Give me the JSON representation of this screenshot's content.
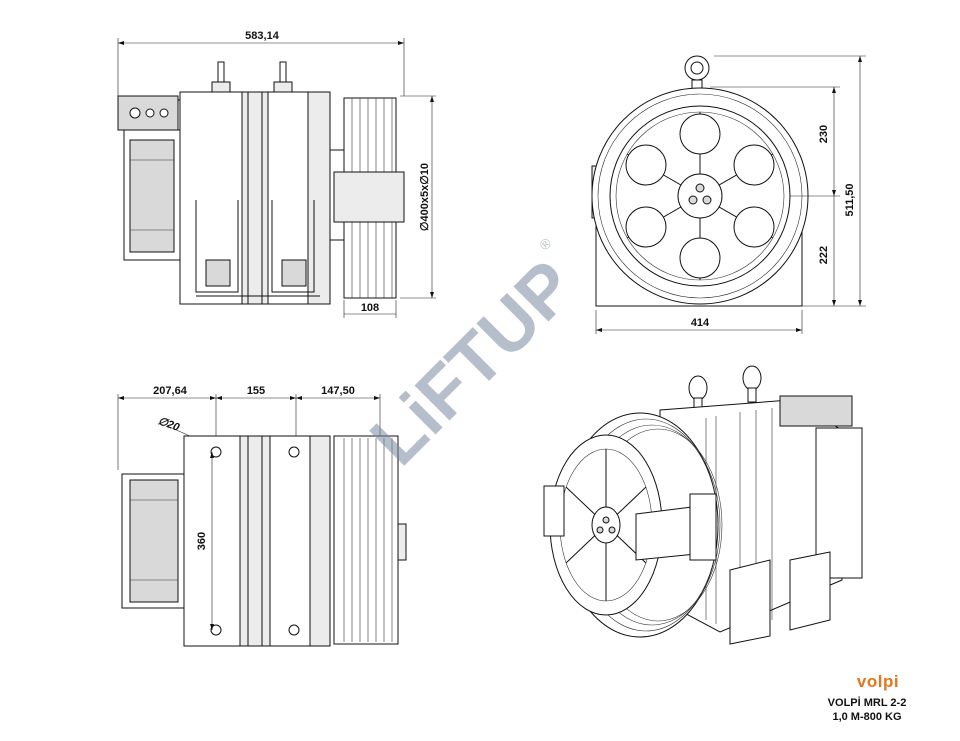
{
  "dimensions": {
    "top_view_width": "583,14",
    "sheave_diameter": "∅400x5x∅10",
    "sheave_width": "108",
    "front_height_upper": "230",
    "front_height_lower": "222",
    "front_height_total": "511,50",
    "front_width": "414",
    "side_len_1": "207,64",
    "side_len_2": "155",
    "side_len_3": "147,50",
    "hole_diameter": "∅20",
    "side_height": "360"
  },
  "watermark": {
    "text": "LiFTUP",
    "registered": "®",
    "color": "#7a8aa0"
  },
  "brand": {
    "logo_text": "volpi",
    "logo_color": "#e8741c"
  },
  "model": {
    "line1": "VOLPİ MRL 2-2",
    "line2": "1,0 M-800 KG"
  }
}
